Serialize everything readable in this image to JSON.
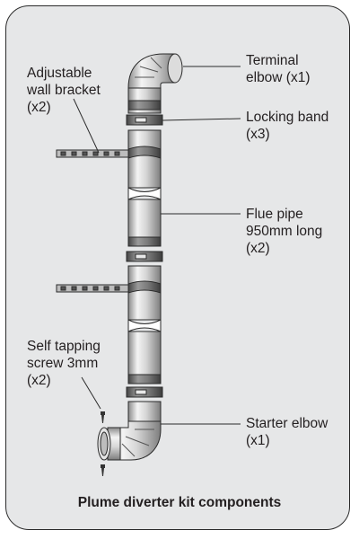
{
  "labels": {
    "terminal_elbow": [
      "Terminal",
      "elbow (x1)"
    ],
    "adjustable_wall_bracket": [
      "Adjustable",
      "wall bracket",
      "(x2)"
    ],
    "locking_band": [
      "Locking band",
      "(x3)"
    ],
    "flue_pipe": [
      "Flue pipe",
      "950mm long",
      "(x2)"
    ],
    "self_tapping_screw": [
      "Self tapping",
      "screw 3mm",
      "(x2)"
    ],
    "starter_elbow": [
      "Starter elbow",
      "(x1)"
    ]
  },
  "caption": "Plume diverter kit components",
  "colors": {
    "panel": "#e6e7e8",
    "metal_light": "#f2f2f2",
    "metal_mid": "#b9b9b9",
    "metal_dark": "#777777",
    "outline": "#2b2b2b"
  }
}
